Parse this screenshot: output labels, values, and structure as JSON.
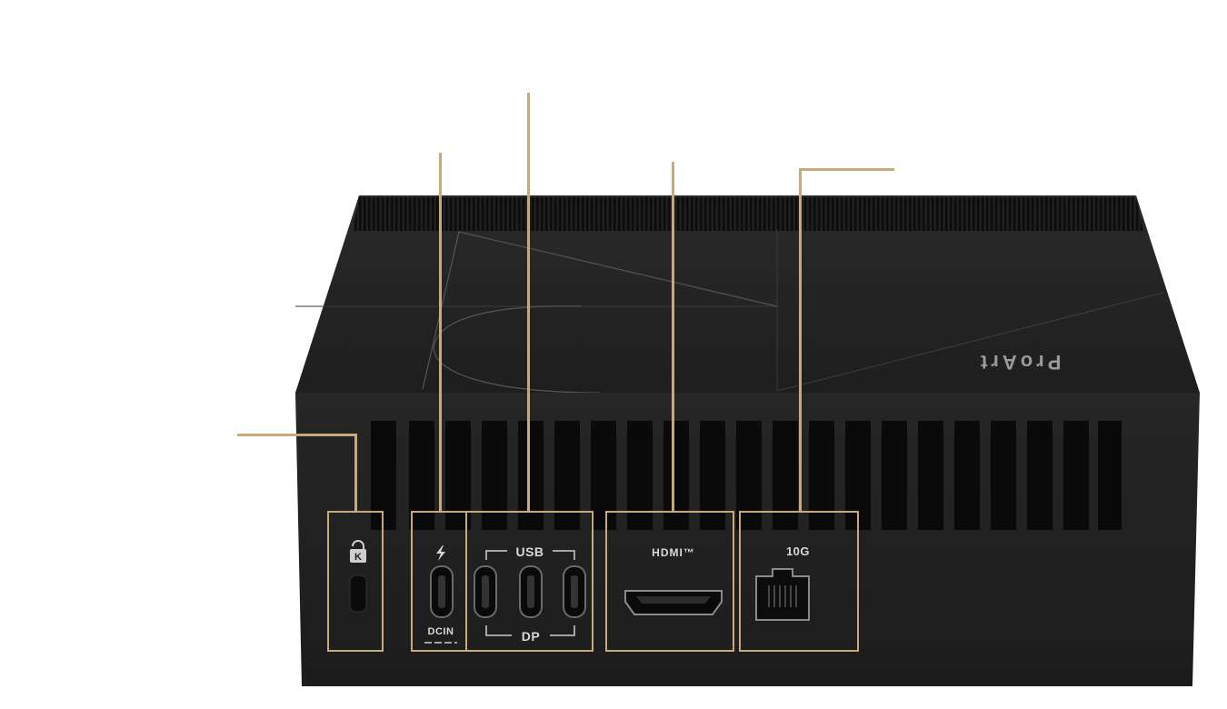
{
  "device": {
    "brand_logo": "ProArt"
  },
  "ports": {
    "lock": {
      "icon": "kensington-lock-icon"
    },
    "dcin": {
      "icon": "lightning-icon",
      "label": "DCIN"
    },
    "usb_dp": {
      "top_label": "USB",
      "bottom_label": "DP",
      "count": 3
    },
    "hdmi": {
      "label": "HDMI™"
    },
    "lan": {
      "label": "10G"
    }
  },
  "colors": {
    "callout": "#c8a97a",
    "chassis": "#222222",
    "background": "#ffffff"
  }
}
